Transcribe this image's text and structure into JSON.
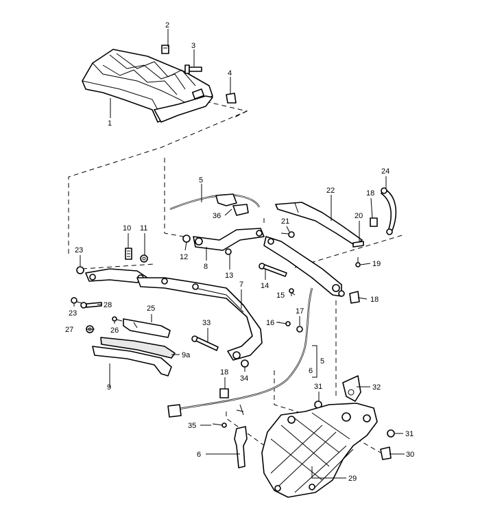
{
  "diagram": {
    "callouts": [
      {
        "id": "c1",
        "text": "1"
      },
      {
        "id": "c2",
        "text": "2"
      },
      {
        "id": "c3",
        "text": "3"
      },
      {
        "id": "c4",
        "text": "4"
      },
      {
        "id": "c5a",
        "text": "5"
      },
      {
        "id": "c36",
        "text": "36"
      },
      {
        "id": "c10",
        "text": "10"
      },
      {
        "id": "c11",
        "text": "11"
      },
      {
        "id": "c12",
        "text": "12"
      },
      {
        "id": "c8",
        "text": "8"
      },
      {
        "id": "c13",
        "text": "13"
      },
      {
        "id": "c21",
        "text": "21"
      },
      {
        "id": "c22",
        "text": "22"
      },
      {
        "id": "c24",
        "text": "24"
      },
      {
        "id": "c18a",
        "text": "18"
      },
      {
        "id": "c20",
        "text": "20"
      },
      {
        "id": "c19",
        "text": "19"
      },
      {
        "id": "c14",
        "text": "14"
      },
      {
        "id": "c15",
        "text": "15"
      },
      {
        "id": "c18b",
        "text": "18"
      },
      {
        "id": "c23a",
        "text": "23"
      },
      {
        "id": "c23b",
        "text": "23"
      },
      {
        "id": "c28",
        "text": "28"
      },
      {
        "id": "c7",
        "text": "7"
      },
      {
        "id": "c25",
        "text": "25"
      },
      {
        "id": "c26",
        "text": "26"
      },
      {
        "id": "c27",
        "text": "27"
      },
      {
        "id": "c33",
        "text": "33"
      },
      {
        "id": "c16",
        "text": "16"
      },
      {
        "id": "c17",
        "text": "17"
      },
      {
        "id": "c9a",
        "text": "9a"
      },
      {
        "id": "c9",
        "text": "9"
      },
      {
        "id": "c5b",
        "text": "5"
      },
      {
        "id": "c6a",
        "text": "6"
      },
      {
        "id": "c34",
        "text": "34"
      },
      {
        "id": "c18c",
        "text": "18"
      },
      {
        "id": "c31a",
        "text": "31"
      },
      {
        "id": "c32",
        "text": "32"
      },
      {
        "id": "c35",
        "text": "35"
      },
      {
        "id": "c31b",
        "text": "31"
      },
      {
        "id": "c6b",
        "text": "6"
      },
      {
        "id": "c30",
        "text": "30"
      },
      {
        "id": "c29",
        "text": "29"
      }
    ]
  }
}
